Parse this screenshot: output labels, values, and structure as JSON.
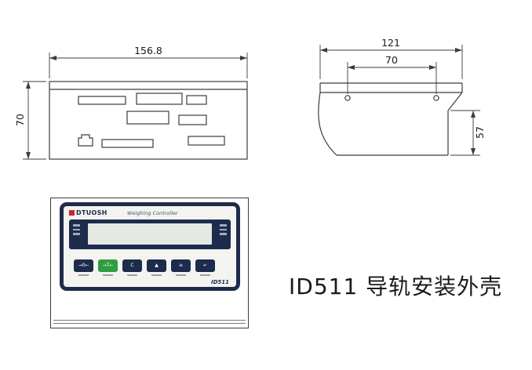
{
  "caption": {
    "text": "ID511 导轨安装外壳"
  },
  "dimensions": {
    "rear_width": "156.8",
    "rear_height": "70",
    "top_width": "121",
    "hole_spacing": "70",
    "side_height": "57"
  },
  "device": {
    "brand": "DTUOSH",
    "tagline": "Weighing Controller",
    "model": "ID511",
    "buttons": [
      {
        "name": "zero",
        "glyph": "→0←"
      },
      {
        "name": "tare",
        "glyph": "→T←"
      },
      {
        "name": "clear",
        "glyph": "C"
      },
      {
        "name": "up",
        "glyph": "▲"
      },
      {
        "name": "menu",
        "glyph": "≡"
      },
      {
        "name": "enter",
        "glyph": "↵"
      }
    ]
  },
  "colors": {
    "panel_navy": "#1d2c4d",
    "button_green": "#2f9e3f",
    "logo_red": "#d2232a",
    "lcd_gray": "#e6e8e3"
  }
}
